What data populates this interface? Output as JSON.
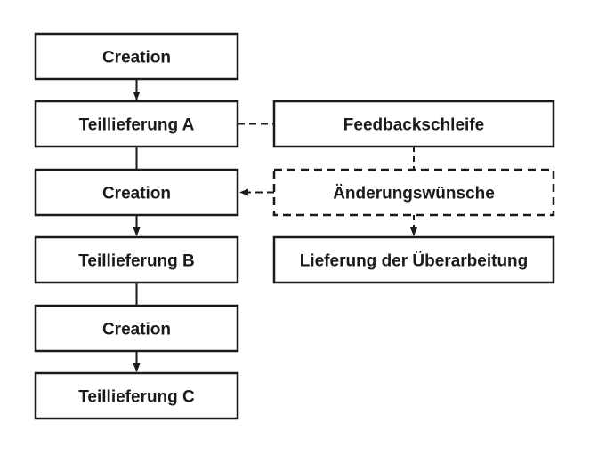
{
  "diagram": {
    "left_column": {
      "step1": "Creation",
      "step2": "Teillieferung A",
      "step3": "Creation",
      "step4": "Teillieferung B",
      "step5": "Creation",
      "step6": "Teillieferung C"
    },
    "right_column": {
      "feedback": "Feedbackschleife",
      "changes": "Änderungswünsche",
      "delivery": "Lieferung der Überarbeitung"
    },
    "colors": {
      "stroke": "#1a1a1a",
      "text": "#1a1a1a",
      "background": "#ffffff"
    }
  }
}
